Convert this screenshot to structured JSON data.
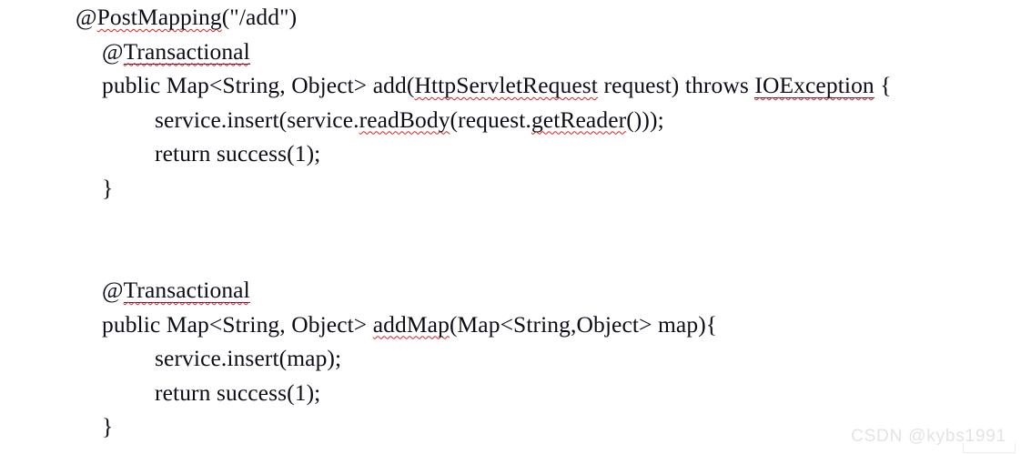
{
  "document": {
    "background_color": "#ffffff",
    "text_color": "#0d0d18",
    "spellcheck_underline_color": "#d82020",
    "lines": [
      {
        "id": "line-1",
        "indent": 0,
        "segments": [
          {
            "text": "@",
            "mark": "none"
          },
          {
            "text": "PostMapping",
            "mark": "misspelled"
          },
          {
            "text": "(\"/add\")",
            "mark": "none"
          }
        ]
      },
      {
        "id": "line-2",
        "indent": 1,
        "segments": [
          {
            "text": "@",
            "mark": "none"
          },
          {
            "text": "Transactional",
            "mark": "misspelled-grammar"
          }
        ]
      },
      {
        "id": "line-3",
        "indent": 1,
        "segments": [
          {
            "text": "public Map<String, Object> add(",
            "mark": "none"
          },
          {
            "text": "HttpServletRequest",
            "mark": "misspelled"
          },
          {
            "text": " request) throws ",
            "mark": "none"
          },
          {
            "text": "IOException",
            "mark": "misspelled-grammar"
          },
          {
            "text": " {",
            "mark": "none"
          }
        ]
      },
      {
        "id": "line-4",
        "indent": 2,
        "segments": [
          {
            "text": "service.insert(service.",
            "mark": "none"
          },
          {
            "text": "readBody",
            "mark": "misspelled"
          },
          {
            "text": "(request.",
            "mark": "none"
          },
          {
            "text": "getReader",
            "mark": "misspelled"
          },
          {
            "text": "()));",
            "mark": "none"
          }
        ]
      },
      {
        "id": "line-5",
        "indent": 2,
        "segments": [
          {
            "text": "return success(1);",
            "mark": "none"
          }
        ]
      },
      {
        "id": "line-6",
        "indent": 1,
        "segments": [
          {
            "text": "}",
            "mark": "none"
          }
        ]
      },
      {
        "id": "line-7",
        "indent": 0,
        "segments": []
      },
      {
        "id": "line-8",
        "indent": 0,
        "segments": []
      },
      {
        "id": "line-9",
        "indent": 1,
        "segments": [
          {
            "text": "@",
            "mark": "none"
          },
          {
            "text": "Transactional",
            "mark": "misspelled-grammar"
          }
        ]
      },
      {
        "id": "line-10",
        "indent": 1,
        "segments": [
          {
            "text": "public Map<String, Object> ",
            "mark": "none"
          },
          {
            "text": "addMap",
            "mark": "misspelled"
          },
          {
            "text": "(Map<String,Object> map){",
            "mark": "none"
          }
        ]
      },
      {
        "id": "line-11",
        "indent": 2,
        "segments": [
          {
            "text": "service.insert(map);",
            "mark": "none"
          }
        ]
      },
      {
        "id": "line-12",
        "indent": 2,
        "segments": [
          {
            "text": "return success(1);",
            "mark": "none"
          }
        ]
      },
      {
        "id": "line-13",
        "indent": 1,
        "segments": [
          {
            "text": "}",
            "mark": "none"
          }
        ]
      }
    ]
  },
  "watermark": {
    "text": "CSDN @kybs1991",
    "color": "#e3e3e6"
  }
}
